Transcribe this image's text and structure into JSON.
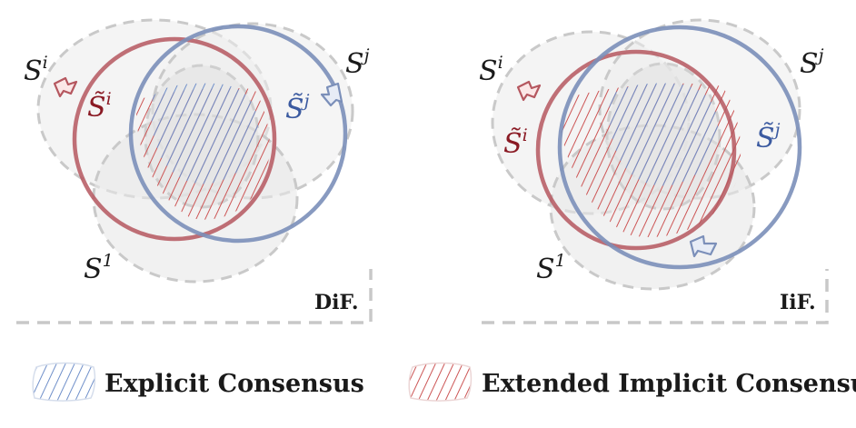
{
  "panels": {
    "left": {
      "tag": "DiF.",
      "labels": {
        "si_base": "S",
        "si_sup": "i",
        "sj_base": "S",
        "sj_sup": "j",
        "s1_base": "S",
        "s1_sup": "1",
        "sti_base": "S̃",
        "sti_sup": "i",
        "stj_base": "S̃",
        "stj_sup": "j"
      }
    },
    "right": {
      "tag": "IiF.",
      "labels": {
        "si_base": "S",
        "si_sup": "i",
        "sj_base": "S",
        "sj_sup": "j",
        "s1_base": "S",
        "s1_sup": "1",
        "sti_base": "S̃",
        "sti_sup": "i",
        "stj_base": "S̃",
        "stj_sup": "j"
      }
    }
  },
  "legend": {
    "explicit": "Explicit Consensus",
    "implicit": "Extended Implicit Consensus"
  },
  "colors": {
    "red": "#b5575f",
    "blue": "#7b8fb9",
    "red_text": "#8a1a24",
    "blue_text": "#3b5aa0",
    "gray_fill": "#ececec",
    "gray_dash": "#c8c8c8"
  }
}
